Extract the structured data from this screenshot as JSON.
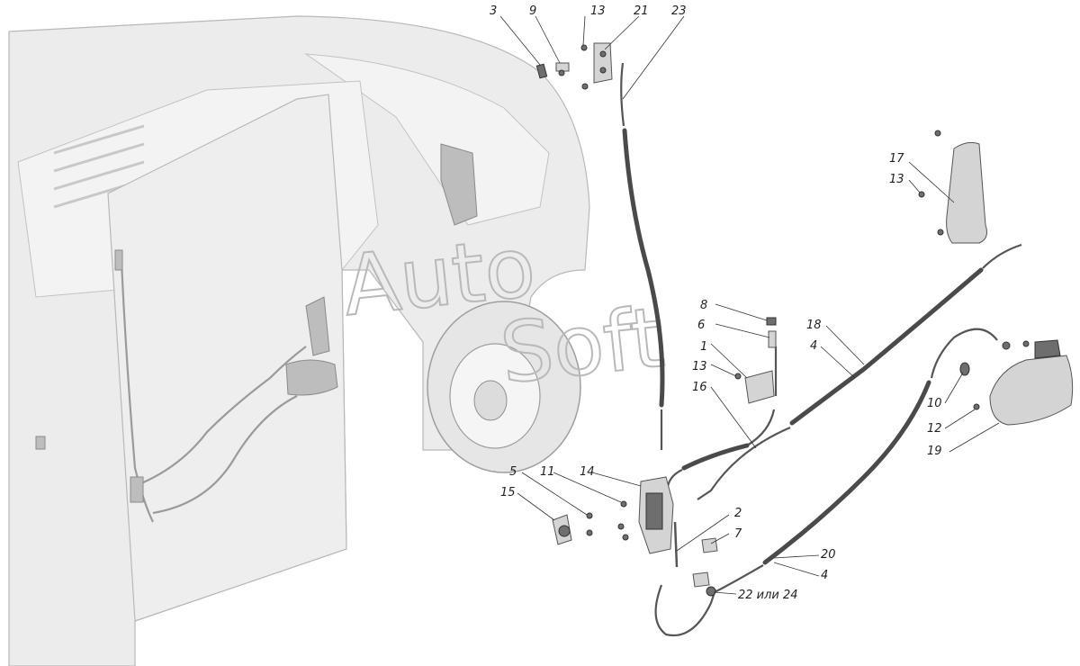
{
  "watermark": {
    "part1": "Auto",
    "part2": "Soft"
  },
  "labels": [
    {
      "id": "l3",
      "text": "3"
    },
    {
      "id": "l9",
      "text": "9"
    },
    {
      "id": "l13a",
      "text": "13"
    },
    {
      "id": "l21",
      "text": "21"
    },
    {
      "id": "l23",
      "text": "23"
    },
    {
      "id": "l17",
      "text": "17"
    },
    {
      "id": "l13b",
      "text": "13"
    },
    {
      "id": "l8",
      "text": "8"
    },
    {
      "id": "l6",
      "text": "6"
    },
    {
      "id": "l1",
      "text": "1"
    },
    {
      "id": "l13c",
      "text": "13"
    },
    {
      "id": "l16",
      "text": "16"
    },
    {
      "id": "l18",
      "text": "18"
    },
    {
      "id": "l4a",
      "text": "4"
    },
    {
      "id": "l10",
      "text": "10"
    },
    {
      "id": "l12",
      "text": "12"
    },
    {
      "id": "l19",
      "text": "19"
    },
    {
      "id": "l5",
      "text": "5"
    },
    {
      "id": "l11",
      "text": "11"
    },
    {
      "id": "l14",
      "text": "14"
    },
    {
      "id": "l15",
      "text": "15"
    },
    {
      "id": "l2",
      "text": "2"
    },
    {
      "id": "l7",
      "text": "7"
    },
    {
      "id": "l20",
      "text": "20"
    },
    {
      "id": "l4b",
      "text": "4"
    },
    {
      "id": "l22",
      "text": "22 или 24"
    }
  ]
}
